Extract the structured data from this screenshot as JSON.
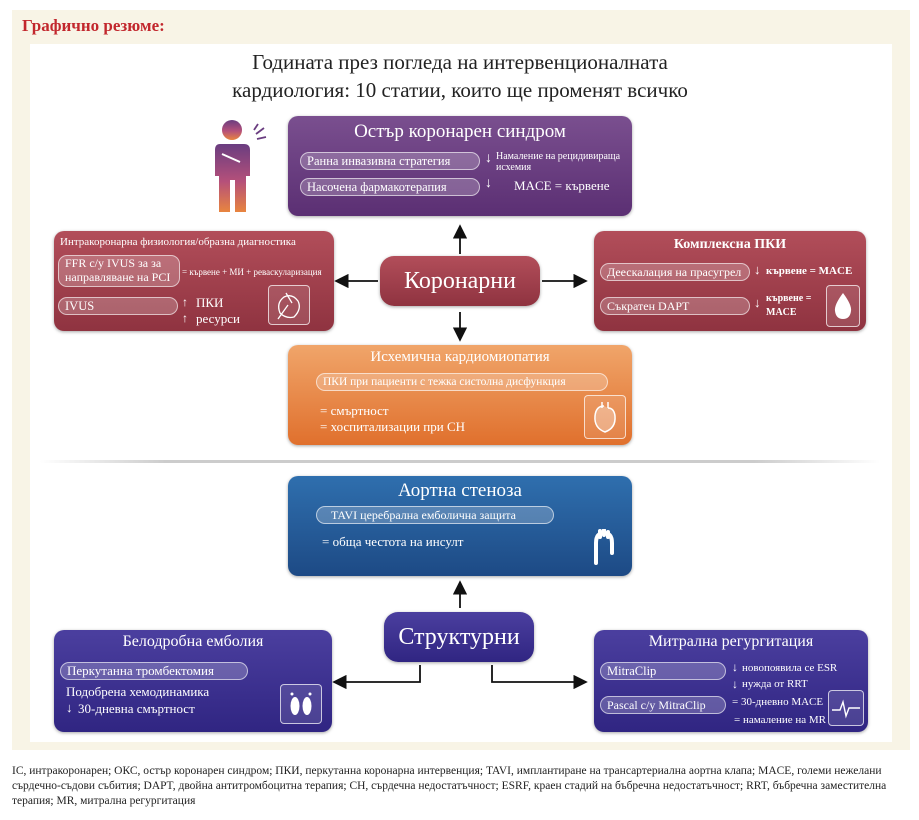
{
  "heading": "Графично резюме:",
  "title_line1": "Годината през погледа на интервенционалната",
  "title_line2": "кардиология: 10 статии, които ще променят всичко",
  "coronary": "Коронарни",
  "structural": "Структурни",
  "acs": {
    "title": "Остър коронарен синдром",
    "pill1": "Ранна инвазивна стратегия",
    "r1": "Намаление на рецидивираща",
    "r1b": "исхемия",
    "pill2": "Насочена фармакотерапия",
    "r2": "MACE = кървене"
  },
  "physio": {
    "title": "Интракоронарна физиология/образна диагностика",
    "pill1a": "FFR с/у IVUS за за",
    "pill1b": "направляване на PCI",
    "r1": "= кървене + МИ + реваскуларизация",
    "pill2": "IVUS",
    "r2a": "ПКИ",
    "r2b": "ресурси"
  },
  "complex": {
    "title": "Комплексна ПКИ",
    "pill1": "Деескалация на прасугрел",
    "r1": "кървене = MACE",
    "pill2": "Съкратен DAPT",
    "r2a": "кървене =",
    "r2b": "MACE"
  },
  "ischemic": {
    "title": "Исхемична кардиомиопатия",
    "pill": "ПКИ при пациенти с тежка систолна дисфункция",
    "r1": "= смъртност",
    "r2": "= хоспитализации при СН"
  },
  "aortic": {
    "title": "Аортна стеноза",
    "pill": "TAVI церебрална емболична защита",
    "r1": "= обща честота на инсулт"
  },
  "pe": {
    "title": "Белодробна емболия",
    "pill": "Перкутанна тромбектомия",
    "r1": "Подобрена хемодинамика",
    "r2": "30-дневна смъртност"
  },
  "mitral": {
    "title": "Митрална регургитация",
    "pill1": "MitraClip",
    "r1a": "новопоявила се ESR",
    "r1b": "нужда от RRT",
    "pill2": "Pascal с/у MitraClip",
    "r2a": "= 30-дневно MACE",
    "r2b": "= намаление на MR"
  },
  "footnote": "IC, интракоронарен; ОКС, остър коронарен синдром; ПКИ, перкутанна коронарна интервенция; TAVI, имплантиране на трансартериална аортна клапа; MACE, големи нежелани сърдечно-съдови събития; DAPT, двойна антитромбоцитна терапия; СН, сърдечна недостатъчност; ESRF, краен стадий на бъбречна недостатъчност; RRT, бъбречна заместителна терапия; MR, митрална регургитация",
  "colors": {
    "heading": "#c2272d",
    "acs": "#6a3d80",
    "coronary": "#a5404c",
    "ischemic": "#e8853f",
    "aortic": "#255f9c",
    "structural": "#3b2f8f"
  },
  "icons": [
    "person-chest-pain-icon",
    "heart-cath-icon",
    "blood-drop-icon",
    "heart-anatomy-icon",
    "aorta-icon",
    "feet-icon",
    "ecg-icon",
    "arrow-down-icon",
    "arrow-up-icon"
  ]
}
